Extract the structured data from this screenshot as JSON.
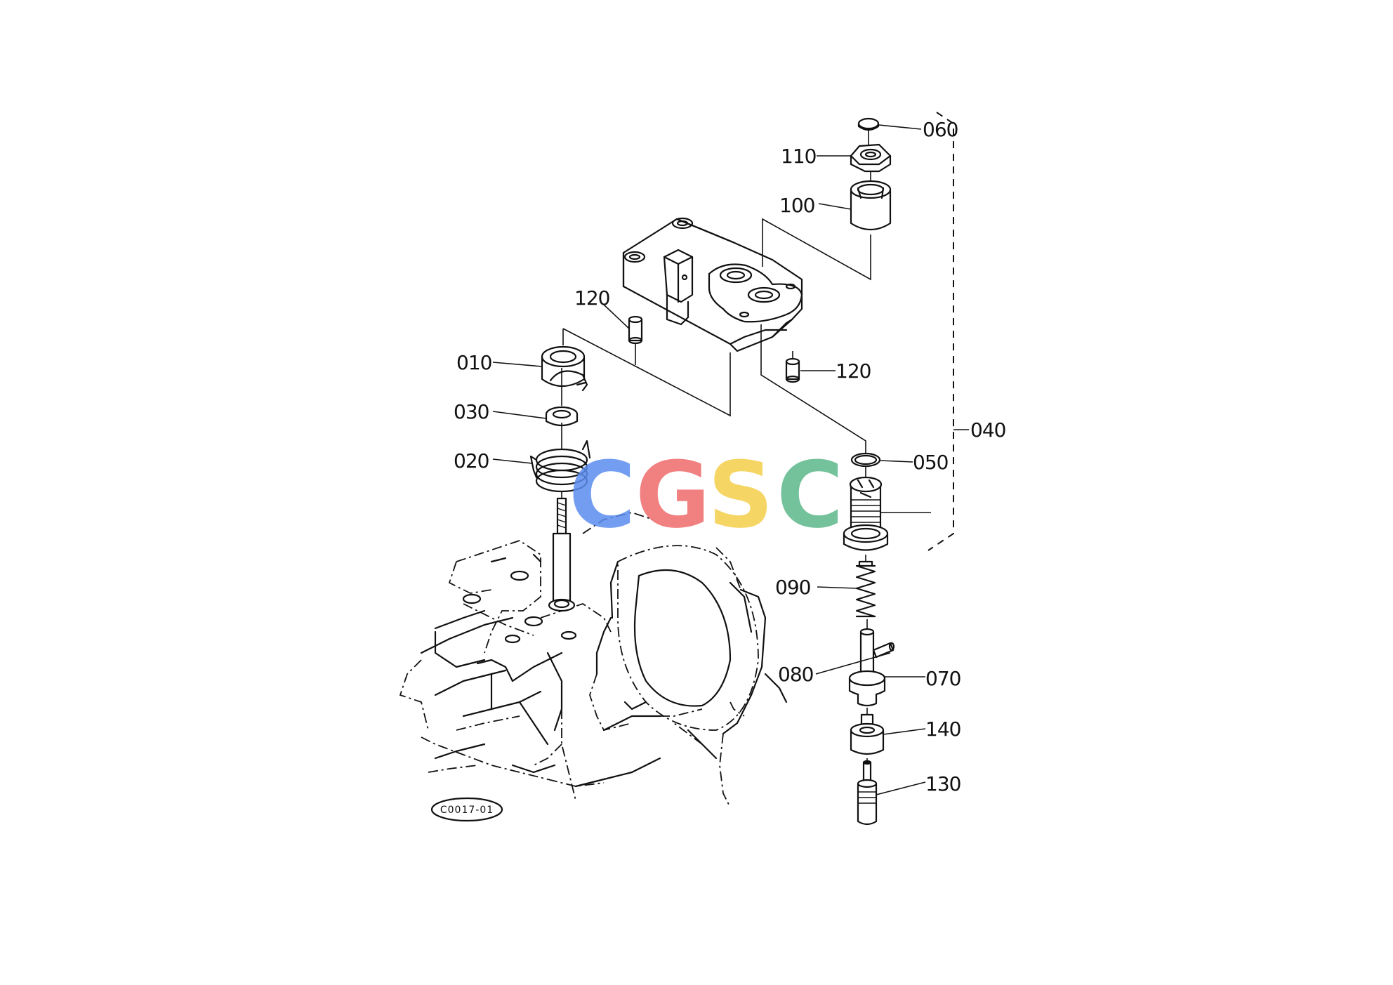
{
  "diagram": {
    "reference_code": "C0017-01",
    "callouts": [
      {
        "id": "060",
        "label": "060"
      },
      {
        "id": "110",
        "label": "110"
      },
      {
        "id": "100",
        "label": "100"
      },
      {
        "id": "120a",
        "label": "120"
      },
      {
        "id": "120b",
        "label": "120"
      },
      {
        "id": "010",
        "label": "010"
      },
      {
        "id": "030",
        "label": "030"
      },
      {
        "id": "020",
        "label": "020"
      },
      {
        "id": "040",
        "label": "040"
      },
      {
        "id": "050",
        "label": "050"
      },
      {
        "id": "090",
        "label": "090"
      },
      {
        "id": "080",
        "label": "080"
      },
      {
        "id": "070",
        "label": "070"
      },
      {
        "id": "140",
        "label": "140"
      },
      {
        "id": "130",
        "label": "130"
      }
    ]
  },
  "watermark": {
    "letters": [
      {
        "char": "C",
        "color": "#5b8def"
      },
      {
        "char": "G",
        "color": "#ef6b6b"
      },
      {
        "char": "S",
        "color": "#f4cf4a"
      },
      {
        "char": "C",
        "color": "#5cb88a"
      }
    ]
  }
}
